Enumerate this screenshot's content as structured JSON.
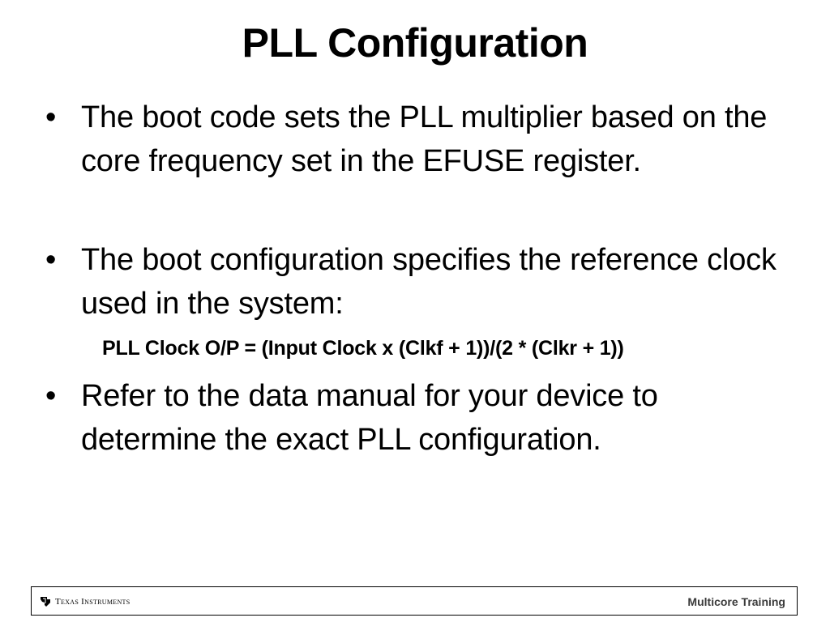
{
  "slide": {
    "title": "PLL Configuration",
    "bullets": [
      "The boot code sets the PLL multiplier based on the core frequency set in the EFUSE register.",
      "The boot configuration specifies the reference clock used in the system:",
      "Refer to the data manual for your device to determine the exact PLL configuration."
    ],
    "formula": "PLL Clock O/P = (Input Clock x (Clkf + 1))/(2 * (Clkr + 1))",
    "bullet_glyph": "•"
  },
  "footer": {
    "logo_text": "Texas Instruments",
    "logo_icon": "texas-instruments-logo-icon",
    "right_label": "Multicore Training"
  }
}
